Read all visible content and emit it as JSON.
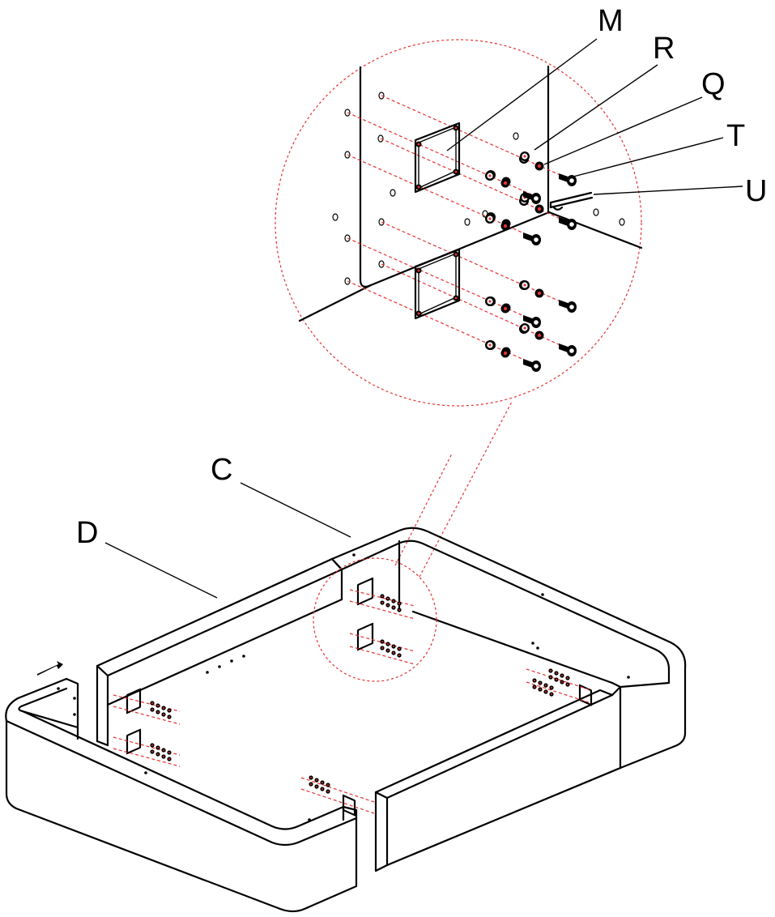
{
  "labels": {
    "M": "M",
    "R": "R",
    "Q": "Q",
    "T": "T",
    "U": "U",
    "C": "C",
    "D": "D"
  },
  "colors": {
    "line": "#000000",
    "dashed_guides": "#e53030",
    "background": "#ffffff"
  }
}
